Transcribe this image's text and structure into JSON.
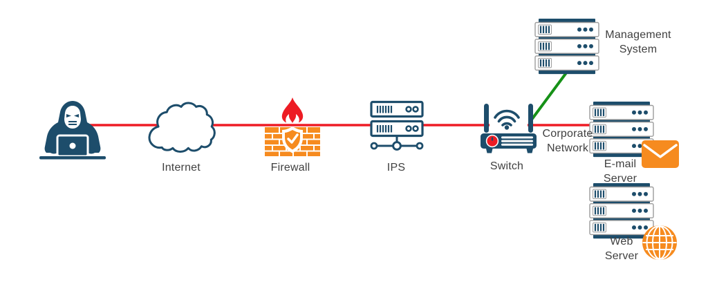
{
  "diagram": {
    "background": "#ffffff",
    "colors": {
      "icon_blue": "#1d4d6b",
      "attack_line_red": "#ee1c25",
      "flame_red": "#ed1c24",
      "orange": "#f68b1f",
      "link_green": "#169117",
      "label_text": "#3f3f3f",
      "unit_border": "#9b9b9b",
      "background": "#ffffff"
    },
    "nodes": {
      "attacker": {
        "icon": "hacker-laptop-icon"
      },
      "internet": {
        "icon": "cloud-icon",
        "label": "Internet"
      },
      "firewall": {
        "icon": "firewall-brick-flame-shield-icon",
        "label": "Firewall"
      },
      "ips": {
        "icon": "ips-servers-network-icon",
        "label": "IPS"
      },
      "switch": {
        "icon": "wireless-switch-icon",
        "label": "Switch"
      },
      "corporate_network": {
        "label": "Corporate Network"
      },
      "management_system": {
        "icon": "server-rack-icon",
        "label": "Management System"
      },
      "email_server": {
        "icon": "server-rack-icon",
        "badge_icon": "envelope-icon",
        "label": "E-mail Server"
      },
      "web_server": {
        "icon": "server-rack-icon",
        "badge_icon": "globe-icon",
        "label": "Web Server"
      }
    },
    "connections": [
      {
        "name": "attack-path",
        "from": "attacker",
        "to": "email_server",
        "via": [
          "internet",
          "firewall",
          "ips",
          "switch"
        ],
        "color": "#ee1c25",
        "style": "solid"
      },
      {
        "name": "management-link",
        "from": "switch",
        "to": "management_system",
        "color": "#169117",
        "style": "solid"
      }
    ]
  }
}
